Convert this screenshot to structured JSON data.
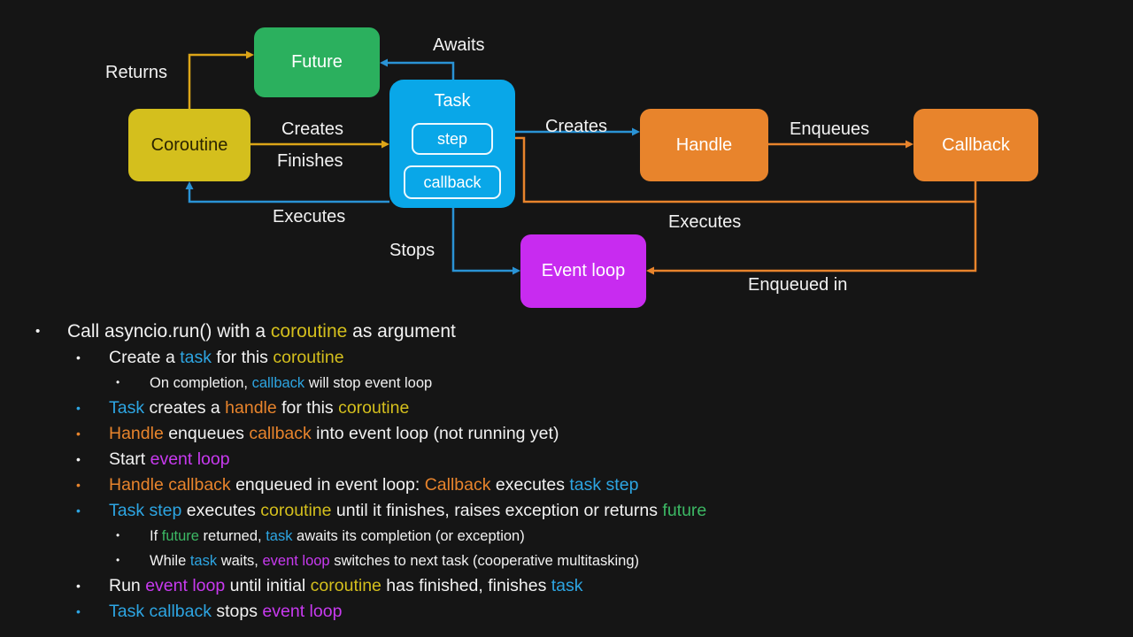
{
  "colors": {
    "background": "#151515",
    "yellow": "#d4bf1d",
    "blue": "#09a7e8",
    "blue_text": "#2da5e2",
    "orange": "#e8842c",
    "green": "#2bb05e",
    "magenta": "#c82bf0",
    "white": "#f2f2f2"
  },
  "diagram": {
    "nodes": {
      "future": {
        "label": "Future"
      },
      "coroutine": {
        "label": "Coroutine"
      },
      "task": {
        "label": "Task",
        "step": "step",
        "callback": "callback"
      },
      "handle": {
        "label": "Handle"
      },
      "callback": {
        "label": "Callback"
      },
      "event_loop": {
        "label": "Event loop"
      }
    },
    "edge_labels": {
      "returns": "Returns",
      "awaits": "Awaits",
      "creates_task": "Creates",
      "finishes": "Finishes",
      "creates_handle": "Creates",
      "enqueues": "Enqueues",
      "executes_coroutine": "Executes",
      "stops": "Stops",
      "executes_step": "Executes",
      "enqueued_in": "Enqueued in"
    }
  },
  "bullets": [
    {
      "level": 1,
      "bullet_color": "white",
      "segments": [
        {
          "t": "Call asyncio.run() with a ",
          "c": "white"
        },
        {
          "t": "coroutine",
          "c": "yellow"
        },
        {
          "t": " as argument",
          "c": "white"
        }
      ]
    },
    {
      "level": 2,
      "bullet_color": "white",
      "segments": [
        {
          "t": "Create a ",
          "c": "white"
        },
        {
          "t": "task",
          "c": "blue"
        },
        {
          "t": " for this ",
          "c": "white"
        },
        {
          "t": "coroutine",
          "c": "yellow"
        }
      ]
    },
    {
      "level": 3,
      "bullet_color": "white",
      "segments": [
        {
          "t": "On completion, ",
          "c": "white"
        },
        {
          "t": "callback",
          "c": "blue"
        },
        {
          "t": " will stop event loop",
          "c": "white"
        }
      ]
    },
    {
      "level": 2,
      "bullet_color": "blue",
      "segments": [
        {
          "t": "Task",
          "c": "blue"
        },
        {
          "t": " creates a ",
          "c": "white"
        },
        {
          "t": "handle",
          "c": "orange"
        },
        {
          "t": " for this ",
          "c": "white"
        },
        {
          "t": "coroutine",
          "c": "yellow"
        }
      ]
    },
    {
      "level": 2,
      "bullet_color": "orange",
      "segments": [
        {
          "t": "Handle",
          "c": "orange"
        },
        {
          "t": " enqueues ",
          "c": "white"
        },
        {
          "t": "callback",
          "c": "orange"
        },
        {
          "t": " into event loop (not running yet)",
          "c": "white"
        }
      ]
    },
    {
      "level": 2,
      "bullet_color": "white",
      "segments": [
        {
          "t": "Start ",
          "c": "white"
        },
        {
          "t": "event loop",
          "c": "magenta"
        }
      ]
    },
    {
      "level": 2,
      "bullet_color": "orange",
      "segments": [
        {
          "t": "Handle callback",
          "c": "orange"
        },
        {
          "t": " enqueued in event loop: ",
          "c": "white"
        },
        {
          "t": "Callback",
          "c": "orange"
        },
        {
          "t": " executes ",
          "c": "white"
        },
        {
          "t": "task step",
          "c": "blue"
        }
      ]
    },
    {
      "level": 2,
      "bullet_color": "blue",
      "segments": [
        {
          "t": "Task step",
          "c": "blue"
        },
        {
          "t": " executes ",
          "c": "white"
        },
        {
          "t": "coroutine",
          "c": "yellow"
        },
        {
          "t": " until it finishes, raises exception or returns ",
          "c": "white"
        },
        {
          "t": "future",
          "c": "green"
        }
      ]
    },
    {
      "level": 3,
      "bullet_color": "white",
      "segments": [
        {
          "t": "If ",
          "c": "white"
        },
        {
          "t": "future",
          "c": "green"
        },
        {
          "t": " returned, ",
          "c": "white"
        },
        {
          "t": "task",
          "c": "blue"
        },
        {
          "t": " awaits its completion (or exception)",
          "c": "white"
        }
      ]
    },
    {
      "level": 3,
      "bullet_color": "white",
      "segments": [
        {
          "t": "While ",
          "c": "white"
        },
        {
          "t": "task",
          "c": "blue"
        },
        {
          "t": " waits, ",
          "c": "white"
        },
        {
          "t": "event loop",
          "c": "magenta"
        },
        {
          "t": " switches to next task (cooperative multitasking)",
          "c": "white"
        }
      ]
    },
    {
      "level": 2,
      "bullet_color": "white",
      "segments": [
        {
          "t": "Run ",
          "c": "white"
        },
        {
          "t": "event loop",
          "c": "magenta"
        },
        {
          "t": " until initial ",
          "c": "white"
        },
        {
          "t": "coroutine",
          "c": "yellow"
        },
        {
          "t": " has finished, finishes ",
          "c": "white"
        },
        {
          "t": "task",
          "c": "blue"
        }
      ]
    },
    {
      "level": 2,
      "bullet_color": "blue",
      "segments": [
        {
          "t": "Task callback",
          "c": "blue"
        },
        {
          "t": " stops ",
          "c": "white"
        },
        {
          "t": "event loop",
          "c": "magenta"
        }
      ]
    }
  ]
}
